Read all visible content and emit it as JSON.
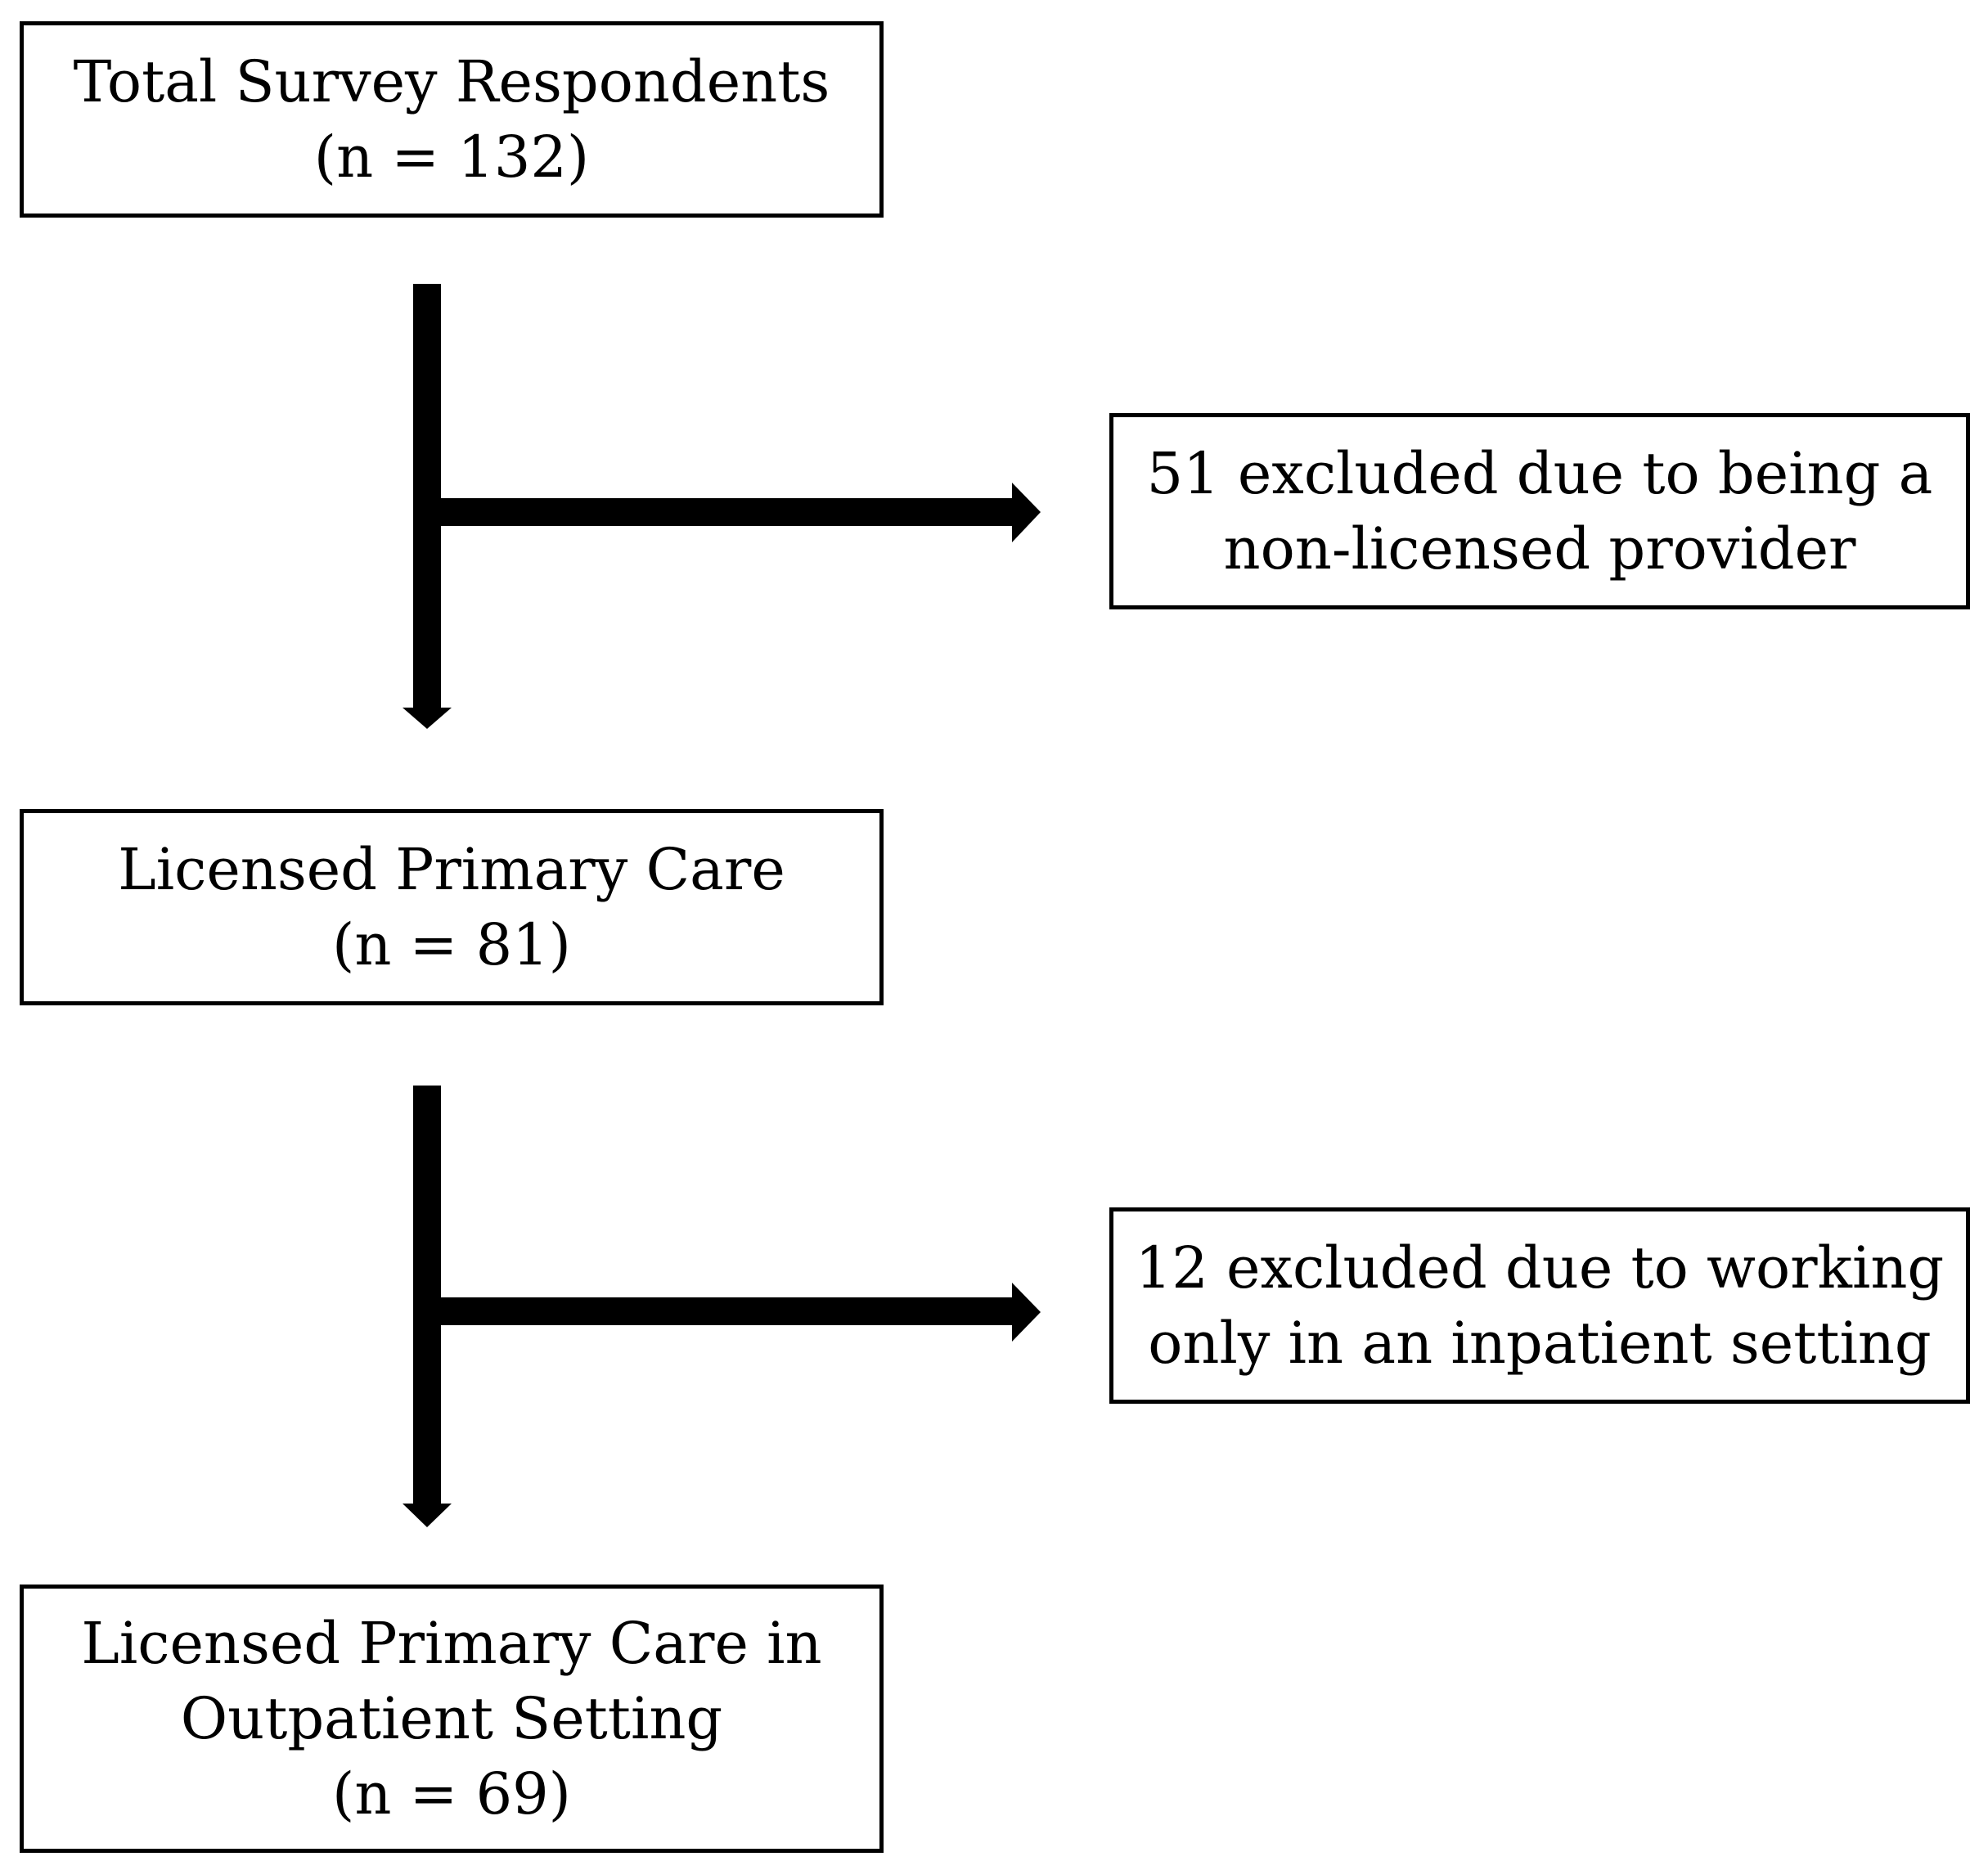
{
  "nodes": {
    "total": {
      "line1": "Total Survey Respondents",
      "line2": "(n = 132)"
    },
    "licensed": {
      "line1": "Licensed Primary Care",
      "line2": "(n = 81)"
    },
    "outpatient": {
      "line1": "Licensed Primary Care in",
      "line2": "Outpatient Setting",
      "line3": "(n = 69)"
    },
    "exclusion1": {
      "line1": "51 excluded due to being a",
      "line2": "non-licensed provider"
    },
    "exclusion2": {
      "line1": "12 excluded due to working",
      "line2": "only in an inpatient setting"
    }
  }
}
